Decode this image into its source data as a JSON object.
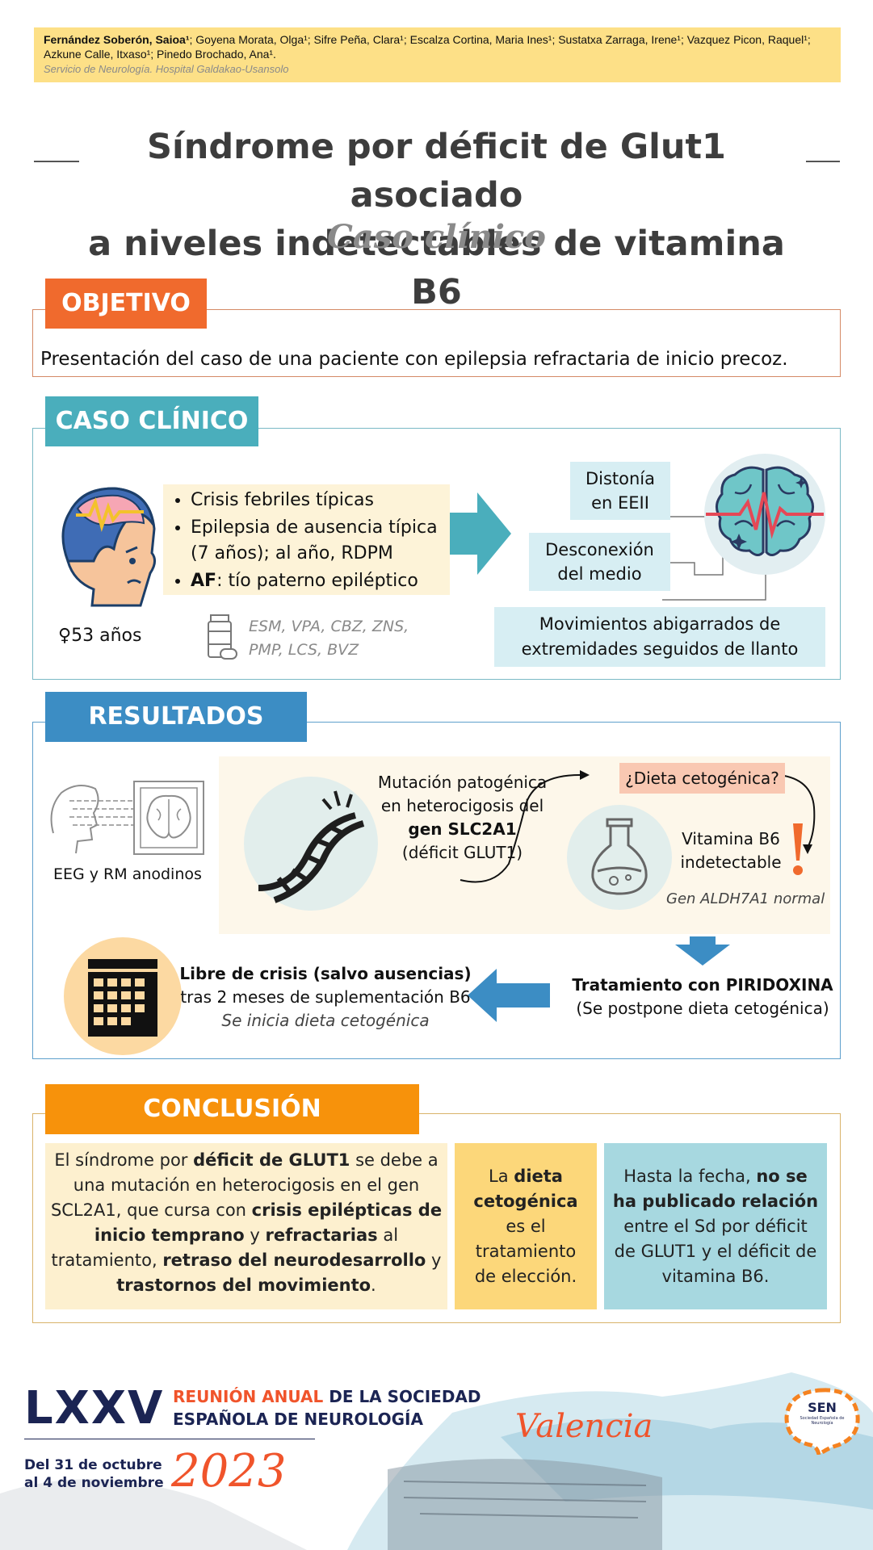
{
  "authors": {
    "lead": "Fernández Soberón, Saioa¹",
    "rest": "; Goyena Morata, Olga¹; Sifre Peña, Clara¹; Escalza Cortina, Maria Ines¹; Sustatxa Zarraga, Irene¹; Vazquez Picon, Raquel¹; Azkune Calle, Itxaso¹; Pinedo Brochado, Ana¹.",
    "affiliation": "Servicio de Neurología. Hospital Galdakao-Usansolo"
  },
  "title": {
    "line1": "Síndrome por déficit de Glut1 asociado",
    "line2": "a niveles indetectables de vitamina B6",
    "subtitle": "Caso clínico"
  },
  "objetivo": {
    "header": "OBJETIVO",
    "text": "Presentación del caso de una paciente con epilepsia refractaria de inicio precoz."
  },
  "caso": {
    "header": "CASO CLÍNICO",
    "patient": "♀53 años",
    "bullets": [
      "Crisis febriles típicas",
      "Epilepsia de ausencia típica (7 años); al año, RDPM"
    ],
    "af_bold": "AF",
    "af_text": ": tío paterno epiléptico",
    "drugs_1": "ESM, VPA, CBZ, ZNS,",
    "drugs_2": "PMP, LCS, BVZ",
    "symptom1_l1": "Distonía",
    "symptom1_l2": "en EEII",
    "symptom2_l1": "Desconexión",
    "symptom2_l2": "del medio",
    "symptom3_l1": "Movimientos abigarrados de",
    "symptom3_l2": "extremidades seguidos de llanto"
  },
  "resultados": {
    "header": "RESULTADOS",
    "eeg": "EEG y RM anodinos",
    "mut_l1": "Mutación patogénica",
    "mut_l2": "en heterocigosis del",
    "mut_gene": "gen SLC2A1",
    "mut_l4": "(déficit GLUT1)",
    "diet_q": "¿Dieta cetogénica?",
    "vit_l1": "Vitamina B6",
    "vit_l2": "indetectable",
    "aldh": "Gen ALDH7A1 normal",
    "tto_bold": "Tratamiento con PIRIDOXINA",
    "tto_l2": "(Se postpone dieta cetogénica)",
    "libre_bold": "Libre de crisis (salvo ausencias)",
    "libre_l2": "tras 2 meses de suplementación B6",
    "libre_l3": "Se inicia dieta cetogénica"
  },
  "conclusion": {
    "header": "CONCLUSIÓN",
    "c1_parts": [
      "El síndrome por ",
      "déficit de GLUT1",
      " se debe a una mutación en heterocigosis en el gen SCL2A1, que cursa con ",
      "crisis epilépticas de inicio temprano",
      " y ",
      "refractarias",
      " al tratamiento, ",
      "retraso del neurodesarrollo",
      " y ",
      "trastornos del movimiento",
      "."
    ],
    "c2_parts": [
      "La ",
      "dieta cetogénica",
      " es el tratamiento de elección."
    ],
    "c3_parts": [
      "Hasta la fecha, ",
      "no se ha publicado relación",
      " entre el Sd por déficit de GLUT1 y el déficit de vitamina B6."
    ]
  },
  "footer": {
    "roman": "LXXV",
    "reunion_a": "REUNIÓN ANUAL",
    "reunion_b": " DE LA SOCIEDAD",
    "reunion_c": "ESPAÑOLA DE NEUROLOGÍA",
    "dates_l1": "Del 31 de octubre",
    "dates_l2": "al 4 de noviembre",
    "year": "2023",
    "city": "Valencia",
    "sen": "SEN",
    "sen_sub": "Sociedad Española de Neurología"
  },
  "colors": {
    "yellow_band": "#fde087",
    "orange_header": "#f06a2d",
    "teal_header": "#4aaebc",
    "blue_header": "#3c8dc4",
    "conclusion_header": "#f7920b",
    "cream": "#fdf3d8",
    "cyan": "#d7eef3"
  }
}
